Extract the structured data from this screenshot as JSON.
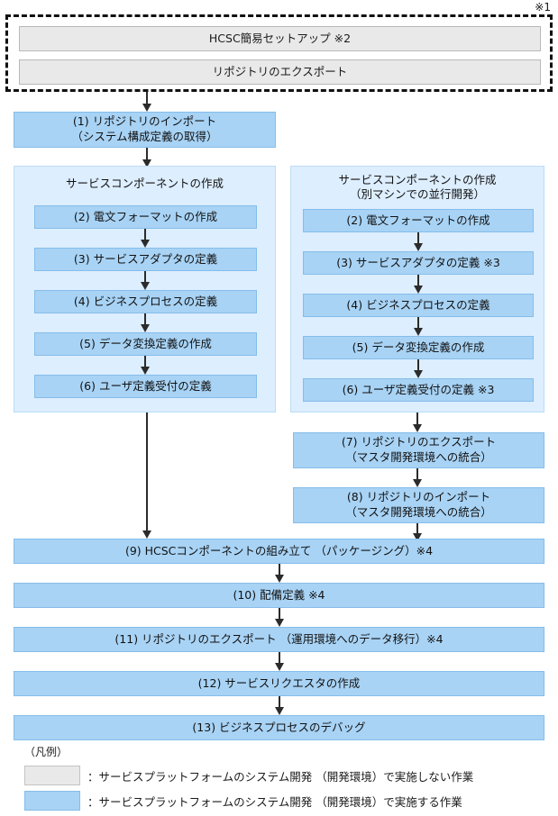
{
  "notes": {
    "mark1": "※1",
    "mark2": "※2",
    "mark3": "※3",
    "mark4": "※4"
  },
  "colors": {
    "process_blue": "#a8d3f5",
    "container_blue": "#ddeeff",
    "excluded_gray": "#e9e9e9",
    "arrow": "#2b2b2b",
    "dashed_border": "#111111"
  },
  "excluded_group": {
    "note": "※1",
    "boxes": [
      {
        "label": "HCSC簡易セットアップ ※2"
      },
      {
        "label": "リポジトリのエクスポート"
      }
    ]
  },
  "step1": {
    "label": "(1) リポジトリのインポート\n（システム構成定義の取得）"
  },
  "left_container": {
    "title": "サービスコンポーネントの作成",
    "steps": [
      {
        "label": "(2) 電文フォーマットの作成"
      },
      {
        "label": "(3) サービスアダプタの定義"
      },
      {
        "label": "(4) ビジネスプロセスの定義"
      },
      {
        "label": "(5) データ変換定義の作成"
      },
      {
        "label": "(6) ユーザ定義受付の定義"
      }
    ]
  },
  "right_container": {
    "title": "サービスコンポーネントの作成\n（別マシンでの並行開発）",
    "steps": [
      {
        "label": "(2) 電文フォーマットの作成"
      },
      {
        "label": "(3) サービスアダプタの定義 ※3"
      },
      {
        "label": "(4) ビジネスプロセスの定義"
      },
      {
        "label": "(5) データ変換定義の作成"
      },
      {
        "label": "(6) ユーザ定義受付の定義 ※3"
      }
    ]
  },
  "right_followups": [
    {
      "label": "(7) リポジトリのエクスポート\n（マスタ開発環境への統合）"
    },
    {
      "label": "(8) リポジトリのインポート\n（マスタ開発環境への統合）"
    }
  ],
  "full_width_steps": [
    {
      "label": "(9) HCSCコンポーネントの組み立て （パッケージング）※4"
    },
    {
      "label": "(10) 配備定義 ※4"
    },
    {
      "label": "(11) リポジトリのエクスポート （運用環境へのデータ移行）※4"
    },
    {
      "label": "(12) サービスリクエスタの作成"
    },
    {
      "label": "(13) ビジネスプロセスのデバッグ"
    }
  ],
  "legend": {
    "title": "（凡例）",
    "rows": [
      {
        "swatch": "gray",
        "text": "：サービスプラットフォームのシステム開発 （開発環境）で実施しない作業"
      },
      {
        "swatch": "blue",
        "text": "：サービスプラットフォームのシステム開発 （開発環境）で実施する作業"
      }
    ]
  }
}
